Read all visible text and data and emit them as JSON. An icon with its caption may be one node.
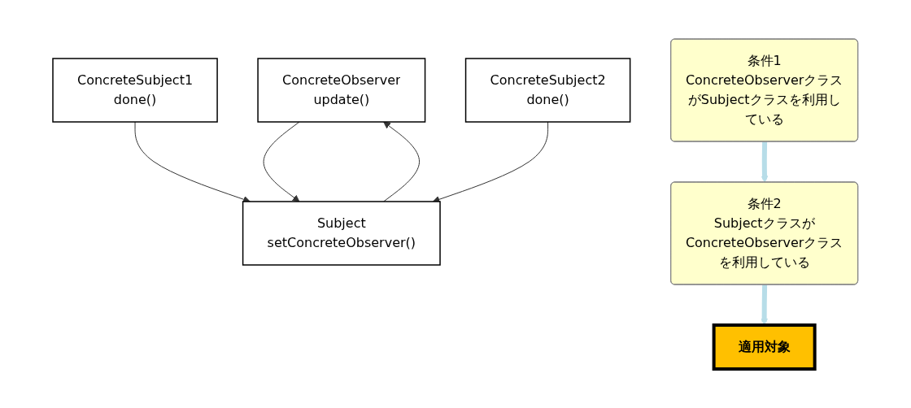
{
  "diagram": {
    "nodes": [
      {
        "text": [
          "ConcreteObserver",
          "update()"
        ]
      },
      {
        "text": [
          "Subject",
          "setConcreteObserver()"
        ]
      },
      {
        "text": [
          "ConcreteSubject1",
          "done()"
        ]
      },
      {
        "text": [
          "ConcreteSubject2",
          "done()"
        ]
      },
      {
        "text": [
          "条件1",
          "ConcreteObserverクラスがSubjectクラスを利用している"
        ]
      },
      {
        "text": [
          "条件2",
          "SubjectクラスがConcreteObserverクラスを利用している"
        ]
      },
      {
        "text": [
          "適用対象"
        ]
      }
    ],
    "edges": [
      {
        "from": 1,
        "to": 0,
        "arrow": "to"
      },
      {
        "from": 0,
        "to": 1,
        "arrow": "to"
      },
      {
        "from": 2,
        "to": 1,
        "arrow": "to"
      },
      {
        "from": 3,
        "to": 1,
        "arrow": "to"
      },
      {
        "from": 4,
        "to": 5,
        "arrow": "to",
        "style": "thick",
        "color": "#b7dde8"
      },
      {
        "from": 5,
        "to": 6,
        "arrow": "to",
        "style": "thick",
        "color": "#b7dde8"
      }
    ]
  }
}
